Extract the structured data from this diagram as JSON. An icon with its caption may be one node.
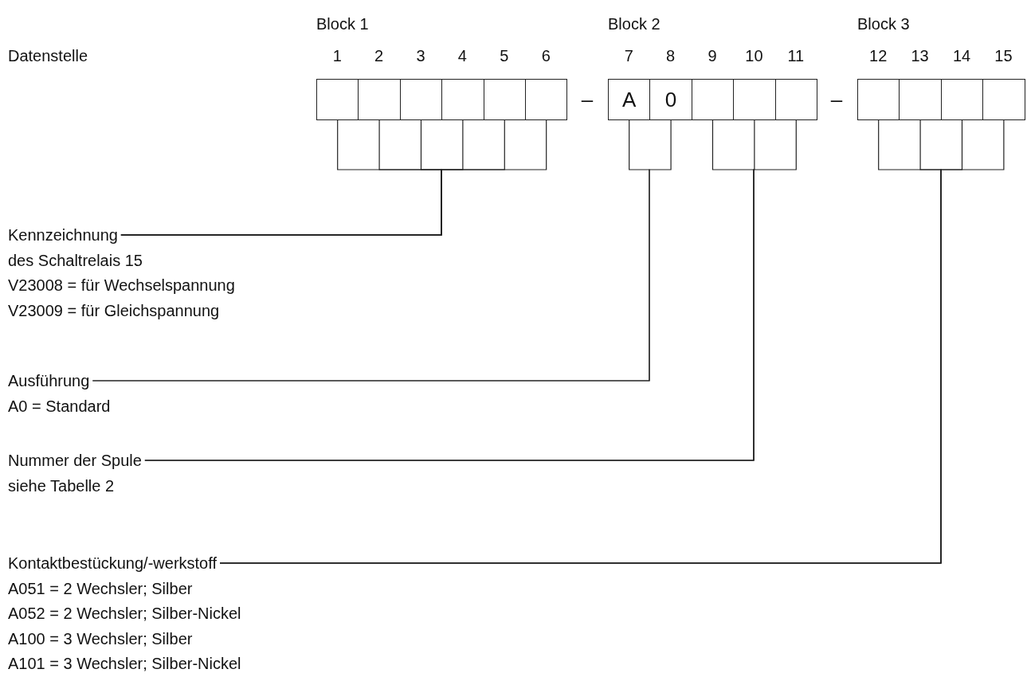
{
  "diagram": {
    "nodes": [
      {
        "text": [],
        "shape": "box"
      },
      {
        "text": [],
        "shape": "box"
      },
      {
        "text": [],
        "shape": "box"
      },
      {
        "text": [],
        "shape": "box"
      },
      {
        "text": [],
        "shape": "box"
      },
      {
        "text": [],
        "shape": "box"
      },
      {
        "text": [
          "A"
        ]
      },
      {
        "text": [
          "0"
        ]
      },
      {
        "text": [],
        "shape": "box"
      },
      {
        "text": [],
        "shape": "box"
      },
      {
        "text": [],
        "shape": "box"
      },
      {
        "text": [],
        "shape": "box"
      },
      {
        "text": [],
        "shape": "box"
      },
      {
        "text": [],
        "shape": "box"
      },
      {
        "text": [],
        "shape": "box"
      },
      {
        "text": [
          "Kennzeichnung"
        ],
        "beside": [
          "des Schaltrelais 15",
          "V23008 = für Wechselspannung",
          "V23009 = für Gleichspannung"
        ]
      },
      {
        "text": [
          "Ausführung"
        ],
        "beside": [
          "A0 = Standard"
        ]
      },
      {
        "text": [
          "Nummer der Spule"
        ],
        "beside": [
          "siehe Tabelle 2"
        ]
      },
      {
        "text": [
          "Kontaktbestückung/-werkstoff"
        ],
        "beside": [
          "A051 = 2 Wechsler; Silber",
          "A052 = 2 Wechsler; Silber-Nickel",
          "A100 = 3 Wechsler; Silber",
          "A101 = 3 Wechsler; Silber-Nickel"
        ]
      }
    ],
    "edges": [
      {
        "from": 15,
        "to": 0,
        "arrow": "none"
      },
      {
        "from": 15,
        "to": 1,
        "arrow": "none"
      },
      {
        "from": 15,
        "to": 2,
        "arrow": "none"
      },
      {
        "from": 15,
        "to": 3,
        "arrow": "none"
      },
      {
        "from": 15,
        "to": 4,
        "arrow": "none"
      },
      {
        "from": 15,
        "to": 5,
        "arrow": "none"
      },
      {
        "from": 16,
        "to": 6,
        "arrow": "none"
      },
      {
        "from": 16,
        "to": 7,
        "arrow": "none"
      },
      {
        "from": 17,
        "to": 8,
        "arrow": "none"
      },
      {
        "from": 17,
        "to": 9,
        "arrow": "none"
      },
      {
        "from": 17,
        "to": 10,
        "arrow": "none"
      },
      {
        "from": 18,
        "to": 11,
        "arrow": "none"
      },
      {
        "from": 18,
        "to": 12,
        "arrow": "none"
      },
      {
        "from": 18,
        "to": 13,
        "arrow": "none"
      },
      {
        "from": 18,
        "to": 14,
        "arrow": "none"
      }
    ],
    "labels": [
      "Block 1",
      "Block 2",
      "Block 3",
      "Datenstelle",
      "1",
      "2",
      "3",
      "4",
      "5",
      "6",
      "7",
      "8",
      "9",
      "10",
      "11",
      "12",
      "13",
      "14",
      "15",
      "–",
      "–"
    ]
  }
}
